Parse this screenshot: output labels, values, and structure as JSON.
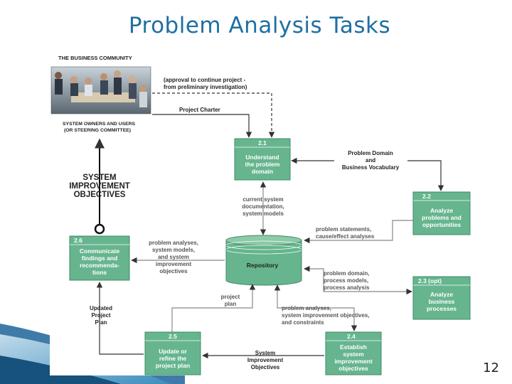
{
  "title": "Problem Analysis Tasks",
  "page_number": "12",
  "community": {
    "heading": "THE BUSINESS COMMUNITY",
    "caption_line1": "SYSTEM OWNERS AND USERS",
    "caption_line2": "(OR STEERING COMMITTEE)"
  },
  "approval_line1": "(approval to continue project -",
  "approval_line2": "from preliminary investigation)",
  "project_charter": "Project Charter",
  "objectives_big": [
    "SYSTEM",
    "IMPROVEMENT",
    "OBJECTIVES"
  ],
  "tasks": [
    {
      "id": "2.1",
      "lines": [
        "Understand",
        "the problem",
        "domain"
      ]
    },
    {
      "id": "2.2",
      "lines": [
        "Analyze",
        "problems and",
        "opportunities"
      ]
    },
    {
      "id": "2.3 (opt)",
      "lines": [
        "Analyze",
        "business",
        "processes"
      ]
    },
    {
      "id": "2.4",
      "lines": [
        "Establish",
        "system",
        "improvement",
        "objectives"
      ]
    },
    {
      "id": "2.5",
      "lines": [
        "Update or",
        "refine the",
        "project plan"
      ]
    },
    {
      "id": "2.6",
      "lines": [
        "Communicate",
        "findings and",
        "recommenda-",
        "tions"
      ]
    }
  ],
  "repository": "Repository",
  "flows": {
    "domain_vocab": [
      "Problem Domain",
      "and",
      "Business Vocabulary"
    ],
    "current_system": [
      "current system",
      "documentation,",
      "system models"
    ],
    "problem_statements": [
      "problem statements,",
      "cause/effect analyses"
    ],
    "problem_analyses_left": [
      "problem analyses,",
      "system models,",
      "and system",
      "improvement",
      "objectives"
    ],
    "process_models": [
      "problem domain,",
      "process models,",
      "process analysis"
    ],
    "project_plan": [
      "project",
      "plan"
    ],
    "problem_analyses_bottom": [
      "problem analyses,",
      "system improvement objectives,",
      "and constraints"
    ],
    "updated_plan": [
      "Updated",
      "Project",
      "Plan"
    ],
    "sys_obj": [
      "System",
      "Improvement",
      "Objectives"
    ]
  },
  "colors": {
    "box": "#66b58f",
    "box_dark": "#3f8a64",
    "title": "#1f6fa3",
    "accent": "#1f5f8f"
  }
}
